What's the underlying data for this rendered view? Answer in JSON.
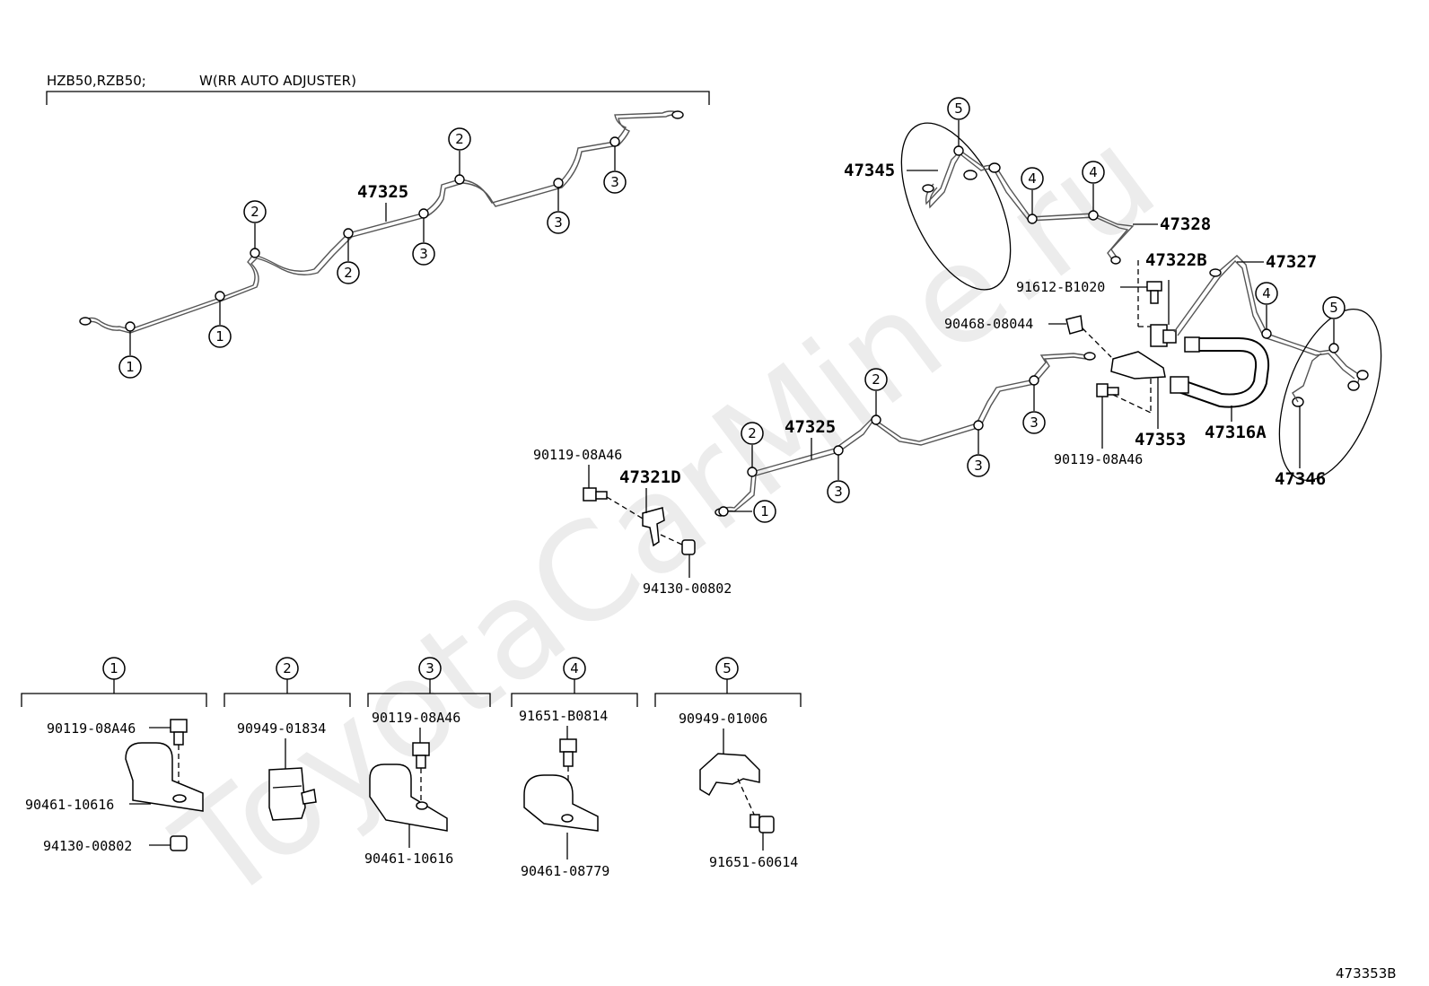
{
  "header": {
    "models": "HZB50,RZB50;",
    "condition": "W(RR  AUTO ADJUSTER)"
  },
  "footer": {
    "figure_code": "473353B"
  },
  "watermark": {
    "text": "ToyotaCarMine.ru"
  },
  "callouts": {
    "c1": "1",
    "c2": "2",
    "c3": "3",
    "c4": "4",
    "c5": "5"
  },
  "parts": {
    "p47325_top": "47325",
    "p47325_mid": "47325",
    "p47345": "47345",
    "p47328": "47328",
    "p47322B": "47322B",
    "p47327": "47327",
    "p91612_B1020": "91612-B1020",
    "p90468_08044": "90468-08044",
    "p47353": "47353",
    "p47316A": "47316A",
    "p47346": "47346",
    "p90119_08A46_right": "90119-08A46",
    "p90119_08A46_mid": "90119-08A46",
    "p47321D": "47321D",
    "p94130_00802_mid": "94130-00802"
  },
  "detail_groups": [
    {
      "num": "1",
      "labels": [
        "90119-08A46",
        "90461-10616",
        "94130-00802"
      ]
    },
    {
      "num": "2",
      "labels": [
        "90949-01834"
      ]
    },
    {
      "num": "3",
      "labels": [
        "90119-08A46",
        "90461-10616"
      ]
    },
    {
      "num": "4",
      "labels": [
        "91651-B0814",
        "90461-08779"
      ]
    },
    {
      "num": "5",
      "labels": [
        "90949-01006",
        "91651-60614"
      ]
    }
  ]
}
